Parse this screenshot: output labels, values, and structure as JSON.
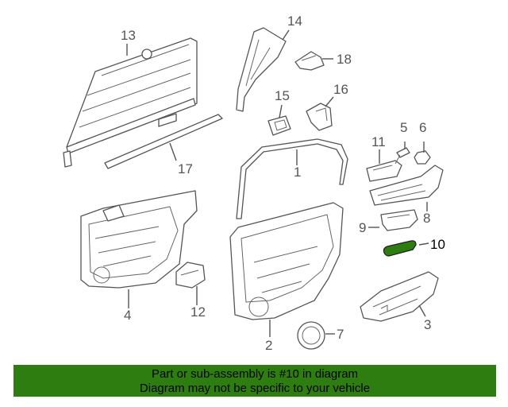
{
  "colors": {
    "banner_bg": "#2e7d10",
    "highlight": "#2e7d10",
    "line": "#555555"
  },
  "callouts": [
    "1",
    "2",
    "3",
    "4",
    "5",
    "6",
    "7",
    "8",
    "9",
    "10",
    "11",
    "12",
    "13",
    "14",
    "15",
    "16",
    "17",
    "18"
  ],
  "highlighted_callout": "10",
  "banner": {
    "line1": "Part or sub-assembly is #10 in diagram",
    "line2": "Diagram may not be specific to your vehicle"
  }
}
